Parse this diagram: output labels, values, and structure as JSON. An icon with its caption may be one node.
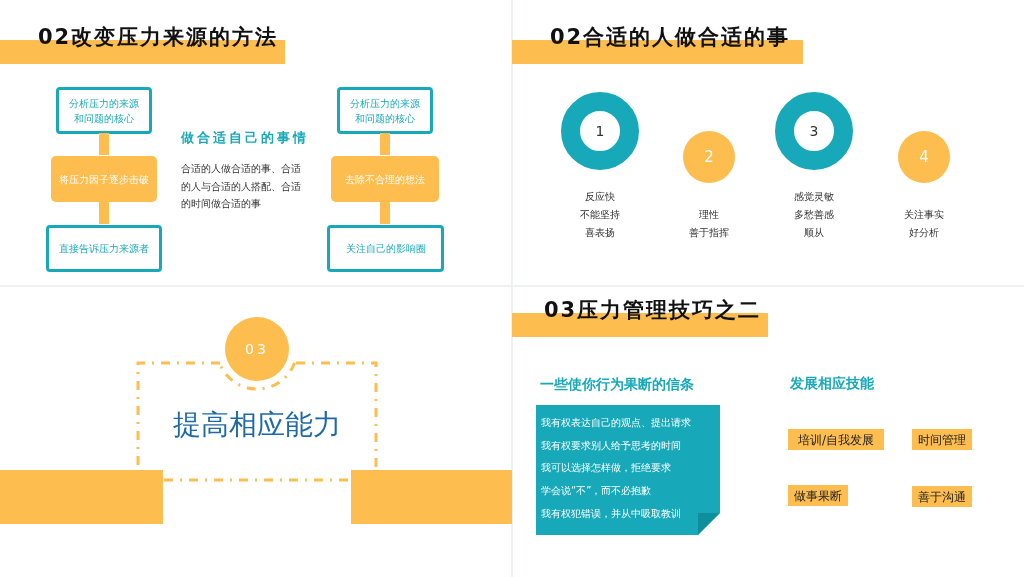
{
  "diagram": {
    "nodes": [
      {
        "text": [
          "分析压力的来源和问题的核心"
        ]
      },
      {
        "text": [
          "将压力因子逐步击破"
        ]
      },
      {
        "text": [
          "直接告诉压力来源者"
        ]
      },
      {
        "text": [
          "分析压力的来源和问题的核心"
        ]
      },
      {
        "text": [
          "去除不合理的想法"
        ]
      },
      {
        "text": [
          "关注自己的影响圈"
        ]
      },
      {
        "text": [
          "1"
        ],
        "beside": [
          "反应快",
          "不能坚持",
          "喜表扬"
        ]
      },
      {
        "text": [
          "2"
        ],
        "beside": [
          "理性",
          "善于指挥"
        ]
      },
      {
        "text": [
          "3"
        ],
        "beside": [
          "感觉灵敏",
          "多愁善感",
          "顺从"
        ]
      },
      {
        "text": [
          "4"
        ],
        "beside": [
          "关注事实",
          "好分析"
        ]
      },
      {
        "text": [
          "03"
        ]
      },
      {
        "text": [
          "提高相应能力"
        ]
      },
      {
        "text": [
          "我有权表达自己的观点、提出请求",
          "我有权要求别人给予思考的时间",
          "我可以选择怎样做，拒绝要求",
          "学会说“不”，而不必抱歉",
          "我有权犯错误，并从中吸取教训"
        ]
      },
      {
        "text": [
          "培训/自我发展"
        ]
      },
      {
        "text": [
          "时间管理"
        ]
      },
      {
        "text": [
          "做事果断"
        ]
      },
      {
        "text": [
          "善于沟通"
        ]
      }
    ],
    "edges": [
      {
        "from": 0,
        "to": 1,
        "arrow": "to"
      },
      {
        "from": 1,
        "to": 2,
        "arrow": "to"
      },
      {
        "from": 3,
        "to": 4,
        "arrow": "to"
      },
      {
        "from": 4,
        "to": 5,
        "arrow": "to"
      }
    ],
    "labels": [
      "02改变压力来源的方法",
      "做合适自己的事情",
      "合适的人做合适的事、合适的人与合适的人搭配、合适的时间做合适的事",
      "02合适的人做合适的事",
      "03压力管理技巧之二",
      "一些使你行为果断的信条",
      "发展相应技能"
    ]
  }
}
